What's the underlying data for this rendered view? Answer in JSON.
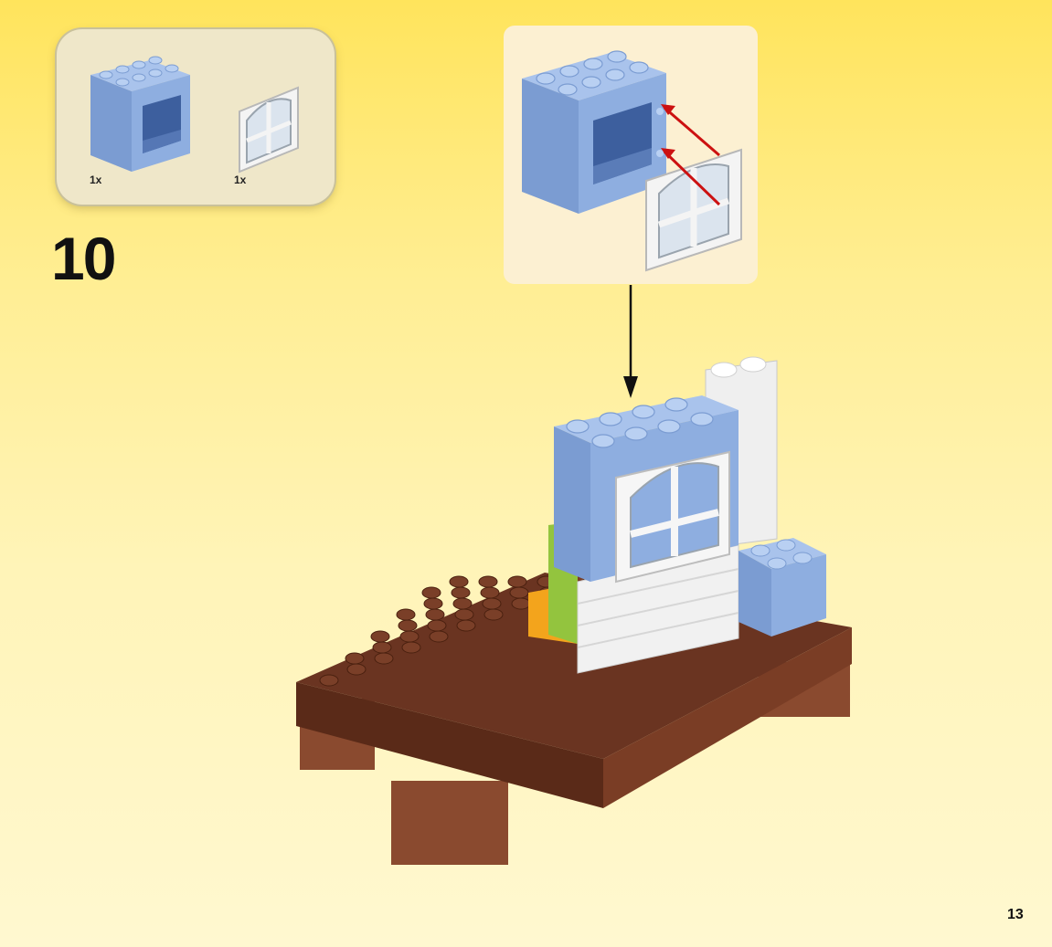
{
  "step": {
    "number": "10"
  },
  "parts_list": [
    {
      "name": "blue-window-frame-brick",
      "quantity": "1x"
    },
    {
      "name": "white-window-insert",
      "quantity": "1x"
    }
  ],
  "page": {
    "number": "13"
  },
  "colors": {
    "background_top": "#ffe45c",
    "background_bottom": "#fff8d0",
    "panel": "#efe7c9",
    "callout": "#fcf0d2",
    "blue_brick": "#8eaee0",
    "white_brick": "#f1f1f1",
    "brown_plate": "#6a3421",
    "arrow_red": "#cc1111"
  }
}
